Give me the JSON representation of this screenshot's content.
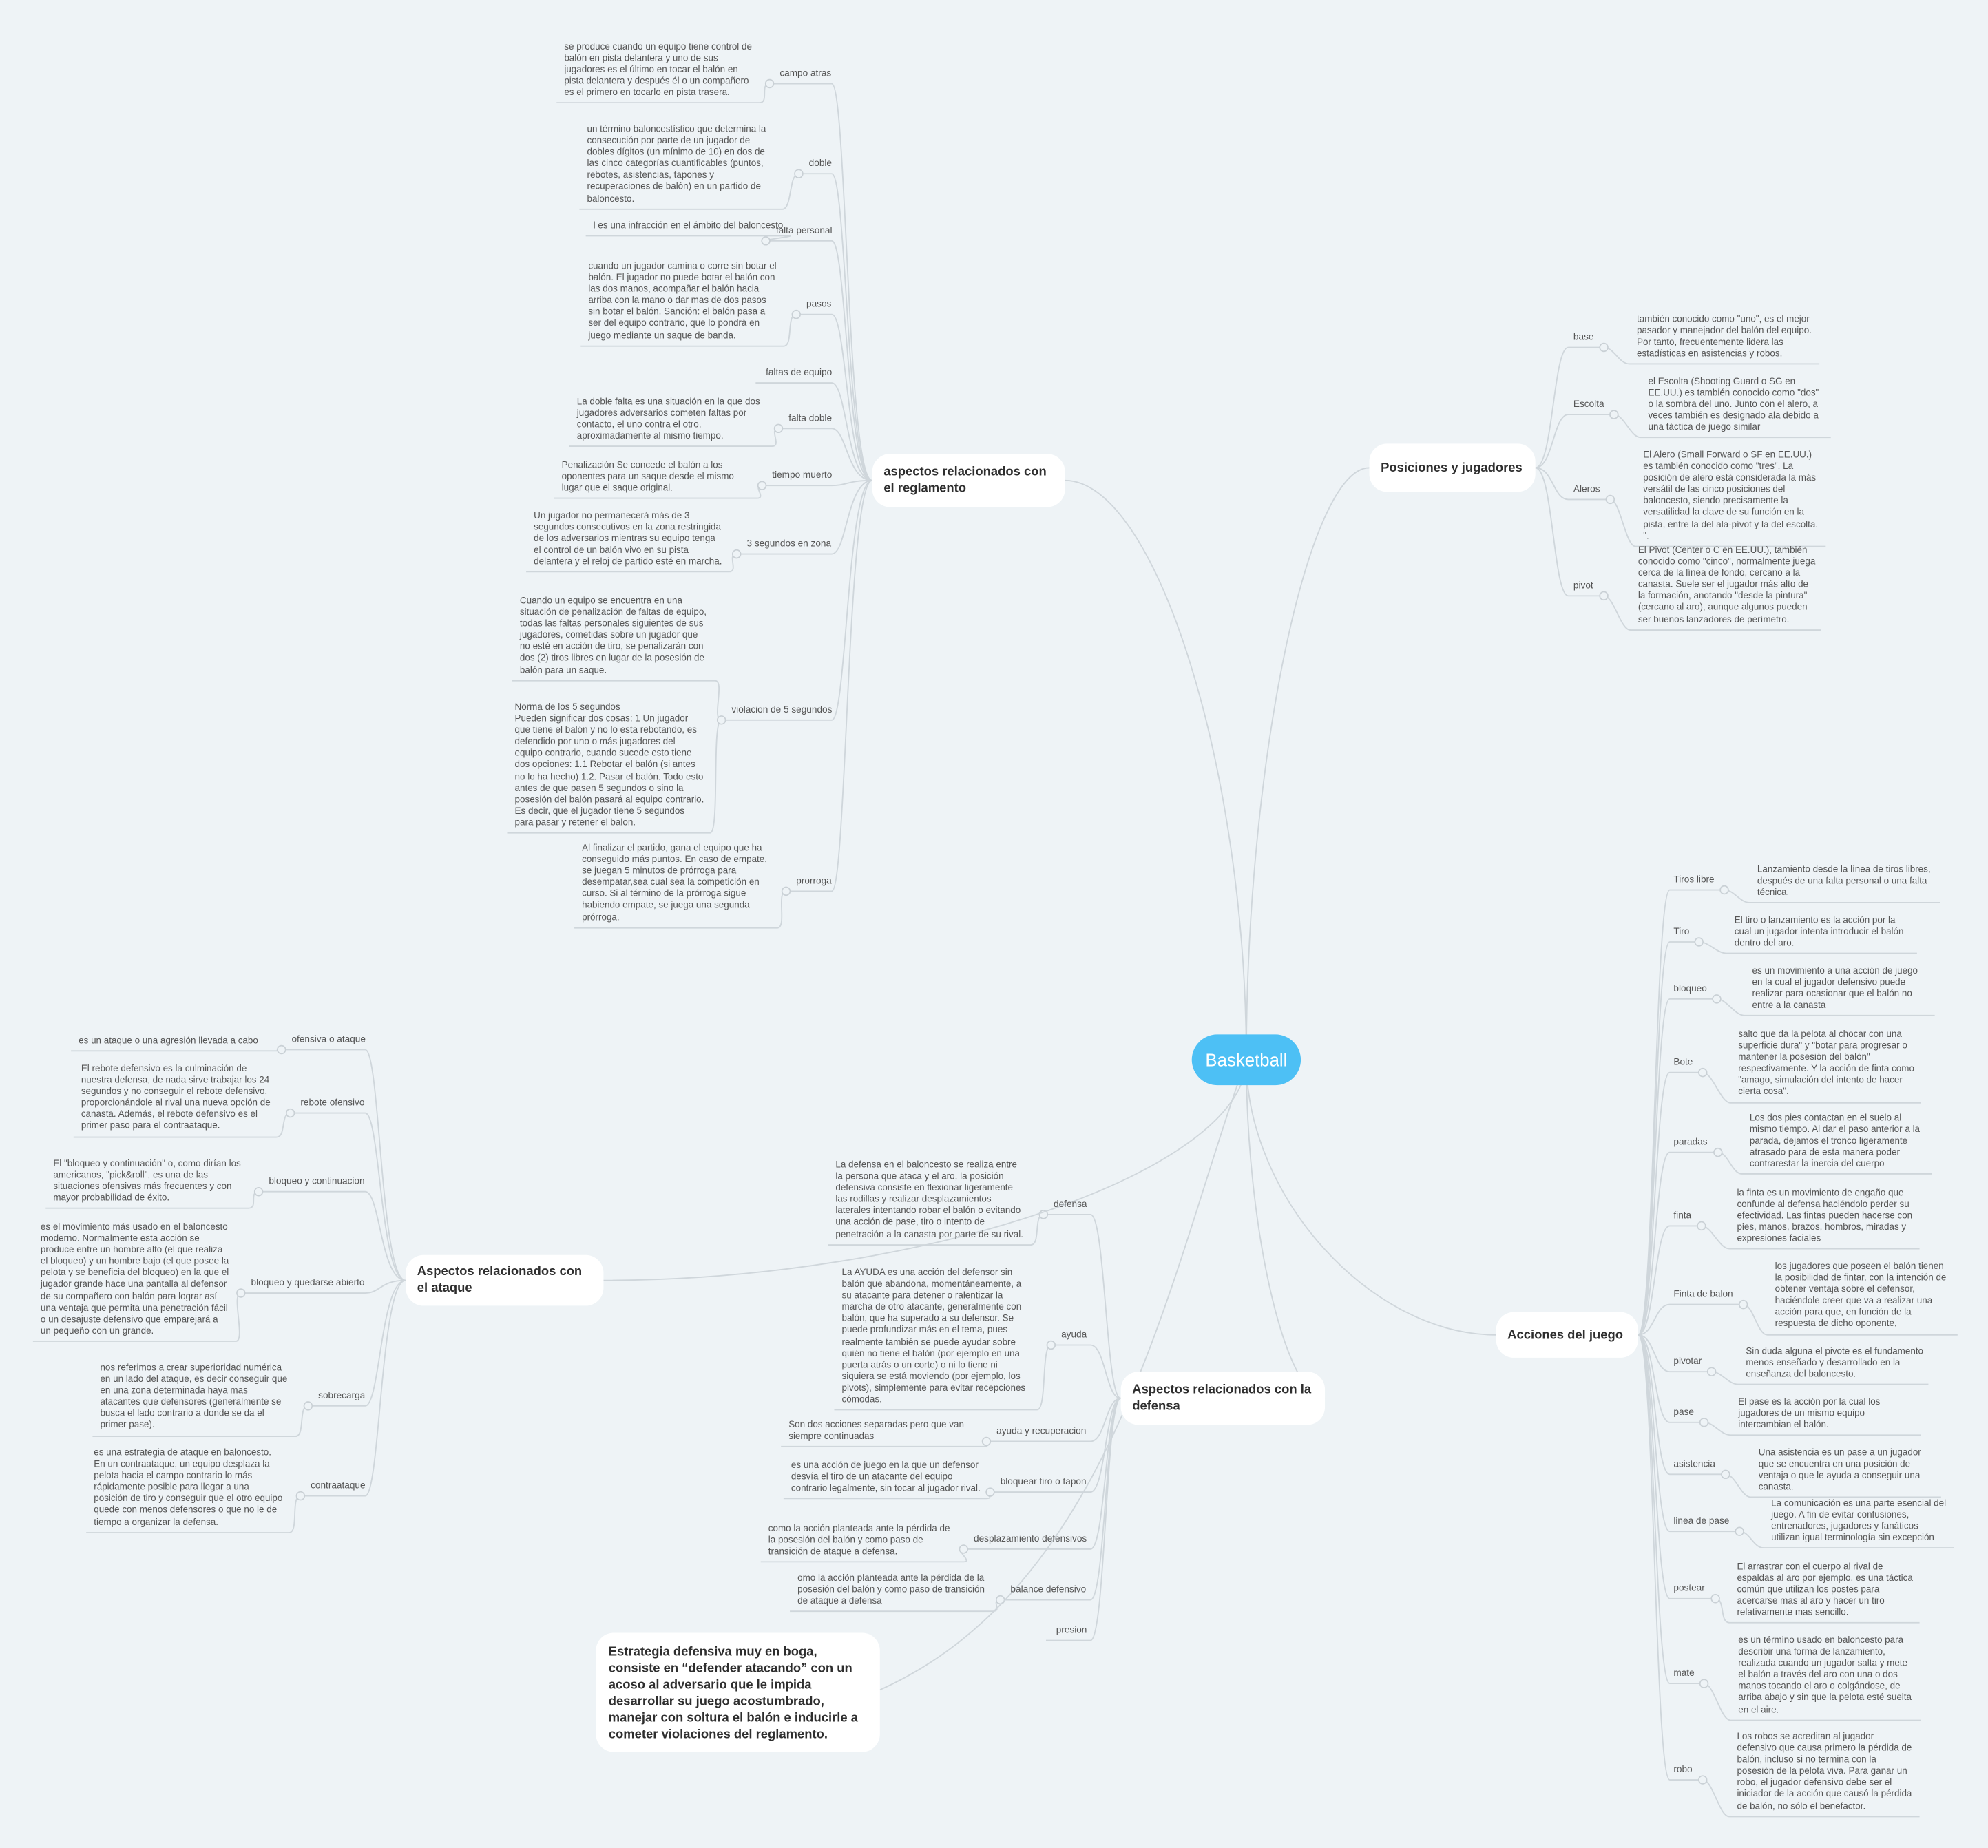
{
  "center": {
    "title": "Basketball",
    "color": "#4dc0f5"
  },
  "colors": {
    "background": "#eef3f6",
    "connector": "#cfd6db",
    "topic_box": "#ffffff"
  },
  "branches": [
    {
      "title": "aspectos relacionados con el reglamento",
      "items": [
        {
          "label": "campo atras",
          "desc": [
            "se produce cuando un equipo tiene control de balón en pista delantera y uno de sus jugadores es el último en tocar el balón en pista delantera y después él o un compañero es el primero en tocarlo en pista trasera."
          ]
        },
        {
          "label": "doble",
          "desc": [
            "un término baloncestístico que determina la consecución por parte de un jugador de dobles dígitos (un mínimo de 10) en dos de las cinco categorías cuantificables (puntos, rebotes, asistencias, tapones y recuperaciones de balón) en un partido de baloncesto."
          ]
        },
        {
          "label": "falta personal",
          "desc": [
            "l es una infracción en el ámbito del baloncesto"
          ]
        },
        {
          "label": "pasos",
          "desc": [
            "cuando un jugador camina o corre sin botar el balón. El jugador no puede botar el balón con las dos manos, acompañar el balón hacia arriba con la mano o dar mas de dos pasos sin botar el balón. Sanción: el balón pasa a ser del equipo contrario, que lo pondrá en juego mediante un saque de banda."
          ]
        },
        {
          "label": "faltas de equipo",
          "desc": []
        },
        {
          "label": "falta doble",
          "desc": [
            "La doble falta es una situación en la que dos jugadores adversarios cometen faltas por contacto, el uno contra el otro, aproximadamente al mismo tiempo."
          ]
        },
        {
          "label": "tiempo muerto",
          "desc": [
            "Penalización Se concede el balón a los oponentes para un saque desde el mismo lugar que el saque original."
          ]
        },
        {
          "label": "3 segundos en zona",
          "desc": [
            "Un jugador no permanecerá más de 3 segundos consecutivos en la zona restringida de los adversarios mientras su equipo tenga el control de un balón vivo en su pista delantera y el reloj de partido esté en marcha."
          ]
        },
        {
          "label": "violacion de 5 segundos",
          "desc": [
            "Cuando un equipo se encuentra en una situación de penalización de faltas de equipo, todas las faltas personales siguientes de sus jugadores, cometidas sobre un jugador que no esté en acción de tiro, se penalizarán con dos (2) tiros libres en lugar de la posesión de balón para un saque.",
            "Norma de los 5 segundos\nPueden significar dos cosas: 1 Un jugador que tiene el balón y no lo esta rebotando, es defendido por uno o más jugadores del equipo contrario, cuando sucede esto tiene dos opciones: 1.1 Rebotar el balón (si antes no lo ha hecho) 1.2. Pasar el balón. Todo esto antes de que pasen 5 segundos o sino la posesión del balón pasará al equipo contrario. Es decir, que el jugador tiene 5 segundos para pasar y retener el balon."
          ]
        },
        {
          "label": "prorroga",
          "desc": [
            "Al finalizar el partido, gana el equipo que ha conseguido más puntos. En caso de empate, se juegan 5 minutos de prórroga para desempatar,sea cual sea la competición en curso. Si al término de la prórroga sigue habiendo empate, se juega una segunda prórroga."
          ]
        }
      ]
    },
    {
      "title": "Posiciones y  jugadores",
      "items": [
        {
          "label": "base",
          "desc": [
            "también conocido como \"uno\", es el mejor pasador y manejador del balón del equipo. Por tanto, frecuentemente lidera las estadísticas en asistencias y robos."
          ]
        },
        {
          "label": "Escolta",
          "desc": [
            "el Escolta (Shooting Guard o SG en EE.UU.) es también conocido como \"dos\" o la sombra del uno. Junto con el alero, a veces también es designado ala debido a una táctica de juego similar"
          ]
        },
        {
          "label": "Aleros",
          "desc": [
            "El Alero (Small Forward o SF en EE.UU.) es también conocido como \"tres\". La posición de alero está considerada la más versátil de las cinco posiciones del baloncesto, siendo precisamente la versatilidad la clave de su función en la pista, entre la del ala-pívot y la del escolta. \"."
          ]
        },
        {
          "label": "pivot",
          "desc": [
            "El Pivot (Center o C en EE.UU.), también conocido como \"cinco\", normalmente juega cerca de la línea de fondo, cercano a la canasta. Suele ser el jugador más alto de la formación, anotando \"desde la pintura\" (cercano al aro), aunque algunos pueden ser buenos lanzadores de perímetro."
          ]
        }
      ]
    },
    {
      "title": "Acciones del juego",
      "items": [
        {
          "label": "Tiros libre",
          "desc": [
            "Lanzamiento desde la línea de tiros libres, después de una falta personal o una falta técnica."
          ]
        },
        {
          "label": "Tiro",
          "desc": [
            "El tiro o lanzamiento es la acción por la cual un jugador intenta introducir el balón dentro del aro."
          ]
        },
        {
          "label": "bloqueo",
          "desc": [
            "es un movimiento a una acción de juego en la cual el jugador defensivo puede realizar para ocasionar que el balón no entre a la canasta"
          ]
        },
        {
          "label": "Bote",
          "desc": [
            "salto que da la pelota al chocar con una superficie dura\" y \"botar para progresar o mantener la posesión del balón\" respectivamente. Y la acción de finta como \"amago, simulación del intento de hacer cierta cosa\"."
          ]
        },
        {
          "label": "paradas",
          "desc": [
            "Los dos pies contactan en el suelo al mismo tiempo. Al dar el paso anterior a la parada, dejamos el tronco ligeramente atrasado para de esta manera poder contrarestar la inercia del cuerpo"
          ]
        },
        {
          "label": "finta",
          "desc": [
            "la finta es un movimiento de engaño que confunde al defensa haciéndolo perder su efectividad. Las fintas pueden hacerse con pies, manos, brazos, hombros, miradas y expresiones faciales"
          ]
        },
        {
          "label": "Finta de balon",
          "desc": [
            "los jugadores que poseen el balón tienen la posibilidad de fintar, con la intención de obtener ventaja sobre el defensor, haciéndole creer que va a realizar una acción para que, en función de la respuesta de dicho oponente,"
          ]
        },
        {
          "label": "pivotar",
          "desc": [
            "Sin duda alguna el pivote es el fundamento menos enseñado y desarrollado en la enseñanza del baloncesto."
          ]
        },
        {
          "label": "pase",
          "desc": [
            "El pase es la acción por la cual los jugadores de un mismo equipo intercambian el balón."
          ]
        },
        {
          "label": "asistencia",
          "desc": [
            "Una asistencia es un pase a un jugador que se encuentra en una posición de ventaja o que le ayuda a conseguir una canasta."
          ]
        },
        {
          "label": "linea de pase",
          "desc": [
            "La comunicación es una parte esencial del juego. A fin de evitar confusiones, entrenadores, jugadores y fanáticos utilizan igual terminología sin excepción"
          ]
        },
        {
          "label": "postear",
          "desc": [
            "El arrastrar con el cuerpo al rival de espaldas al aro por ejemplo, es una táctica común que utilizan los postes para acercarse mas al aro y hacer un tiro relativamente mas sencillo."
          ]
        },
        {
          "label": "mate",
          "desc": [
            "es un término usado en baloncesto para describir una forma de lanzamiento, realizada cuando un jugador salta y mete el balón a través del aro con una o dos manos tocando el aro o colgándose, de arriba abajo y sin que la pelota esté suelta en el aire."
          ]
        },
        {
          "label": "robo",
          "desc": [
            "Los robos se acreditan al jugador defensivo que causa primero la pérdida de balón, incluso si no termina con la posesión de la pelota viva. Para ganar un robo, el jugador defensivo debe ser el iniciador de la acción que causó la pérdida de balón, no sólo el benefactor."
          ]
        }
      ]
    },
    {
      "title": "Aspectos relacionados con la defensa",
      "items": [
        {
          "label": "defensa",
          "desc": [
            "La defensa en el baloncesto se realiza entre la persona que ataca y el aro, la posición defensiva consiste en flexionar ligeramente las rodillas y realizar desplazamientos laterales intentando robar el balón o evitando una acción de pase, tiro o intento de penetración a la canasta por parte de su rival."
          ]
        },
        {
          "label": "ayuda",
          "desc": [
            "La AYUDA es una acción del defensor sin balón que abandona, momentáneamente, a su atacante para detener o ralentizar la marcha de otro atacante, generalmente con balón, que ha superado a su defensor. Se puede profundizar más en el tema, pues realmente también se puede ayudar sobre quién no tiene el balón (por ejemplo en una puerta atrás o un corte) o ni lo tiene ni siquiera se está moviendo (por ejemplo, los pivots), simplemente para evitar recepciones cómodas."
          ]
        },
        {
          "label": "ayuda y recuperacion",
          "desc": [
            "Son dos acciones separadas pero que van siempre continuadas"
          ]
        },
        {
          "label": "bloquear tiro o tapon",
          "desc": [
            "es una acción de juego en la que un defensor desvía el tiro de un atacante del equipo contrario legalmente, sin tocar al jugador rival."
          ]
        },
        {
          "label": "desplazamiento defensivos",
          "desc": [
            "como la acción planteada ante la pérdida de la posesión del balón y como paso de transición de ataque a defensa."
          ]
        },
        {
          "label": "balance defensivo",
          "desc": [
            "omo la acción planteada ante la pérdida de la posesión del balón y como paso de transición de ataque a defensa"
          ]
        },
        {
          "label": "presion",
          "desc": []
        }
      ]
    },
    {
      "title": "Aspectos relacionados con el ataque",
      "items": [
        {
          "label": "ofensiva o ataque",
          "desc": [
            "es un ataque o una agresión llevada a cabo"
          ]
        },
        {
          "label": "rebote ofensivo",
          "desc": [
            "El rebote defensivo es la culminación de nuestra defensa, de nada sirve trabajar los 24 segundos y no conseguir el rebote defensivo, proporcionándole al rival una nueva opción de canasta. Además, el rebote defensivo es el primer paso para el contraataque."
          ]
        },
        {
          "label": "bloqueo y continuacion",
          "desc": [
            "El \"bloqueo y continuación\" o, como dirían los americanos, \"pick&roll\", es una de las situaciones ofensivas más frecuentes y con mayor probabilidad de éxito."
          ]
        },
        {
          "label": "bloqueo y quedarse abierto",
          "desc": [
            "es el movimiento más usado en el baloncesto moderno. Normalmente esta acción se produce entre un hombre alto (el que realiza el bloqueo) y un hombre bajo (el que posee la pelota y se beneficia del bloqueo) en la que el jugador grande hace una pantalla al defensor de su compañero con balón para lograr así una ventaja que permita una penetración fácil o un desajuste defensivo que emparejará a un pequeño con un grande."
          ]
        },
        {
          "label": "sobrecarga",
          "desc": [
            "nos referimos a crear superioridad numérica en un lado del ataque, es decir conseguir que en una zona determinada haya mas atacantes que defensores (generalmente se busca el lado contrario a donde se da el primer pase)."
          ]
        },
        {
          "label": "contraataque",
          "desc": [
            "es una estrategia de ataque en baloncesto. En un contraataque, un equipo desplaza la pelota hacia el campo contrario lo más rápidamente posible para llegar a una posición de tiro y conseguir que el otro equipo quede con menos defensores o que no le de tiempo a organizar la defensa."
          ]
        }
      ]
    }
  ],
  "floating_topic": "Estrategia defensiva muy en boga, consiste en “defender atacando” con un acoso al adversario que le impida desarrollar su juego acostumbrado, manejar con soltura el balón e inducirle a cometer violaciones del reglamento."
}
